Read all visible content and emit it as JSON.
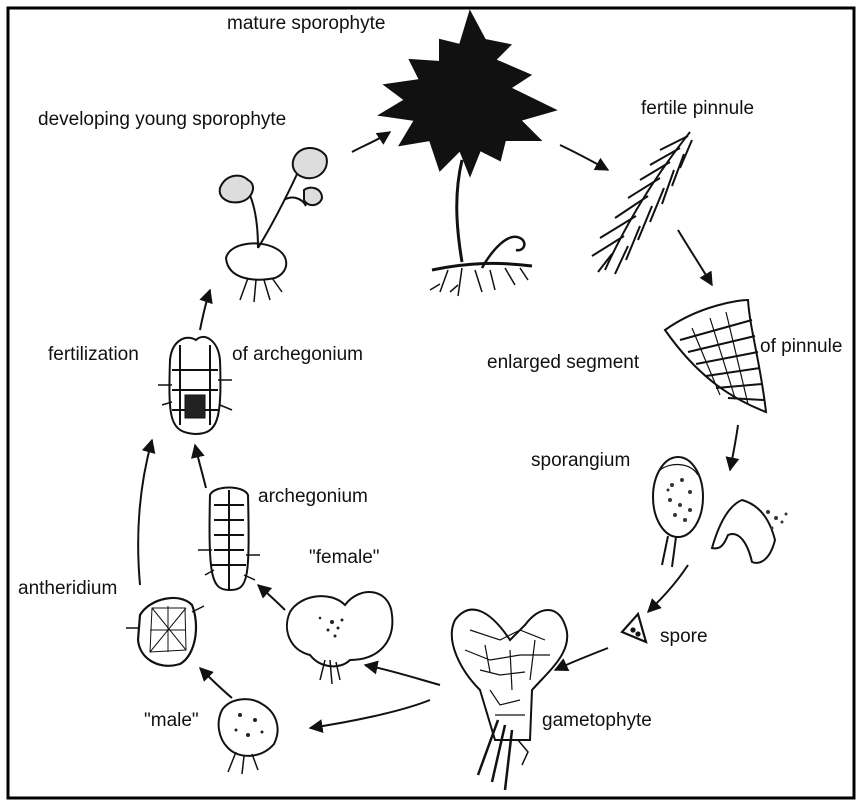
{
  "diagram": {
    "labels": {
      "mature_sporophyte": "mature sporophyte",
      "developing_young_sporophyte": "developing young sporophyte",
      "fertile_pinnule": "fertile pinnule",
      "fertilization": "fertilization",
      "of_archegonium": "of archegonium",
      "enlarged_segment": "enlarged segment",
      "of_pinnule": "of pinnule",
      "sporangium": "sporangium",
      "archegonium": "archegonium",
      "female": "\"female\"",
      "antheridium": "antheridium",
      "spore": "spore",
      "male": "\"male\"",
      "gametophyte": "gametophyte"
    },
    "colors": {
      "ink": "#111111",
      "background": "#ffffff",
      "border": "#000000"
    }
  }
}
